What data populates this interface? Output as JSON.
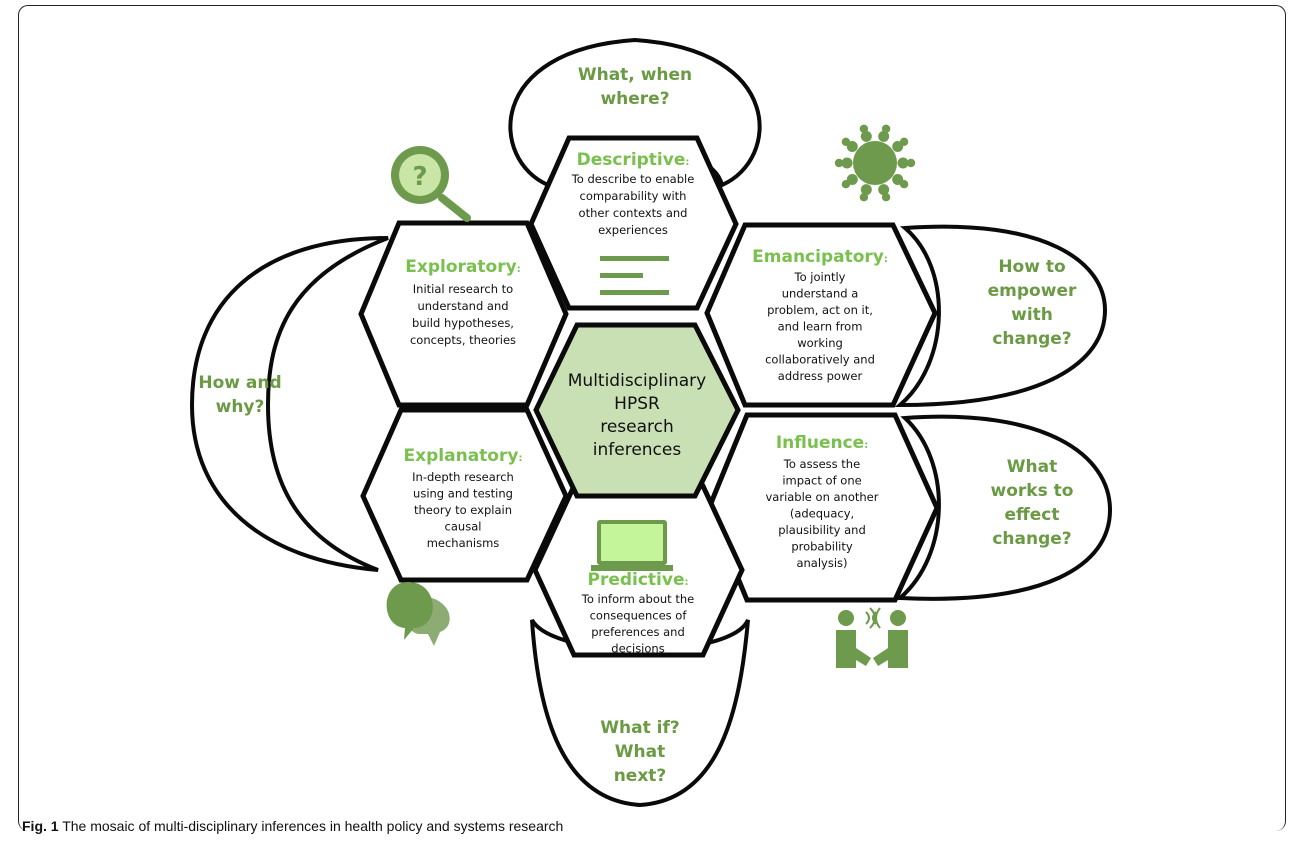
{
  "center": {
    "lines": [
      "Multidisciplinary",
      "HPSR",
      "research",
      "inferences"
    ]
  },
  "hexes": [
    {
      "key": "descriptive",
      "title": "Descriptive",
      "colon": ":",
      "lines": [
        "To describe to enable",
        "comparability with",
        "other contexts and",
        "experiences"
      ]
    },
    {
      "key": "exploratory",
      "title": "Exploratory",
      "colon": ":",
      "lines": [
        "Initial research to",
        "understand and",
        "build hypotheses,",
        "concepts, theories"
      ]
    },
    {
      "key": "emancipatory",
      "title": "Emancipatory",
      "colon": ":",
      "lines": [
        "To jointly",
        "understand a",
        "problem, act on it,",
        "and learn from",
        "working",
        "collaboratively and",
        "address power"
      ]
    },
    {
      "key": "explanatory",
      "title": "Explanatory",
      "colon": ":",
      "lines": [
        "In-depth research",
        "using and testing",
        "theory to explain",
        "causal",
        "mechanisms"
      ]
    },
    {
      "key": "influence",
      "title": "Influence",
      "colon": ":",
      "lines": [
        "To assess the",
        "impact of one",
        "variable on another",
        "(adequacy,",
        "plausibility and",
        "probability",
        "analysis)"
      ]
    },
    {
      "key": "predictive",
      "title": "Predictive",
      "colon": ":",
      "lines": [
        "To inform about the",
        "consequences of",
        "preferences and",
        "decisions"
      ]
    }
  ],
  "questions": [
    {
      "key": "top",
      "lines": [
        "What, when",
        "where?"
      ]
    },
    {
      "key": "left",
      "lines": [
        "How and",
        "why?"
      ]
    },
    {
      "key": "right-upper",
      "lines": [
        "How to",
        "empower",
        "with",
        "change?"
      ]
    },
    {
      "key": "right-lower",
      "lines": [
        "What",
        "works to",
        "effect",
        "change?"
      ]
    },
    {
      "key": "bottom",
      "lines": [
        "What if?",
        "What",
        "next?"
      ]
    }
  ],
  "icons": {
    "magnifier_glyph": "?",
    "names": [
      "magnifier-question-icon",
      "community-circle-icon",
      "document-lines-icon",
      "chat-bubbles-icon",
      "laptop-icon",
      "handshake-icon"
    ]
  },
  "colors": {
    "icon_green": "#6e9a4d",
    "title_green": "#7ac04e",
    "question_green": "#6b9a44",
    "center_fill": "#c9dfb4",
    "laptop_screen": "#c5f59a"
  },
  "caption": {
    "label": "Fig. 1",
    "text": " The mosaic of multi-disciplinary inferences in health policy and systems research"
  }
}
